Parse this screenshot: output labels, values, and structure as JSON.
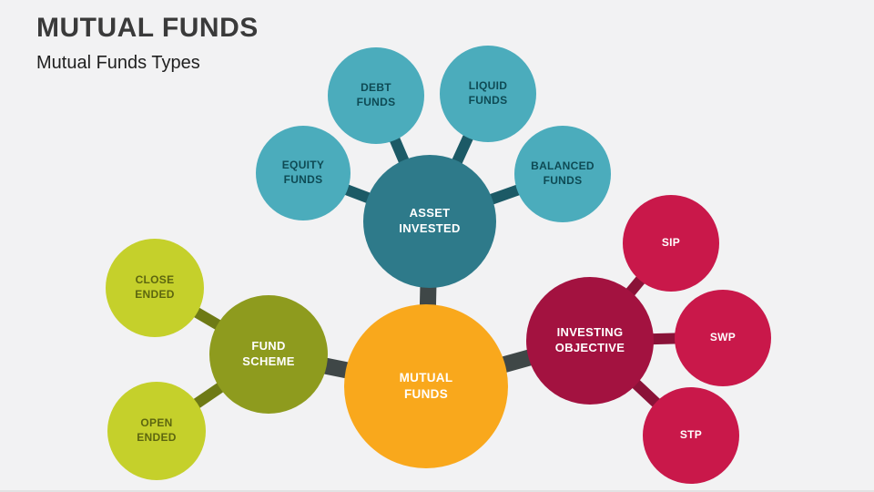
{
  "slide": {
    "title": "MUTUAL FUNDS",
    "subtitle": "Mutual Funds Types"
  },
  "diagram": {
    "center": {
      "label": "MUTUAL FUNDS",
      "color": "#f9a81c",
      "text_color": "#ffffff"
    },
    "branches": [
      {
        "label": "ASSET INVESTED",
        "color": "#2e7a8a",
        "child_color": "#4bacbc",
        "child_text_color": "#0e4a54",
        "connector_color": "#1c5a66",
        "children": [
          {
            "label": "EQUITY FUNDS"
          },
          {
            "label": "DEBT FUNDS"
          },
          {
            "label": "LIQUID FUNDS"
          },
          {
            "label": "BALANCED FUNDS"
          }
        ]
      },
      {
        "label": "FUND SCHEME",
        "color": "#8e9b1e",
        "child_color": "#c5d02b",
        "child_text_color": "#5d660f",
        "connector_color": "#6e7a15",
        "children": [
          {
            "label": "CLOSE ENDED"
          },
          {
            "label": "OPEN ENDED"
          }
        ]
      },
      {
        "label": "INVESTING OBJECTIVE",
        "color": "#a31240",
        "child_color": "#c9184a",
        "child_text_color": "#ffffff",
        "connector_color": "#8a1238",
        "children": [
          {
            "label": "SIP"
          },
          {
            "label": "SWP"
          },
          {
            "label": "STP"
          }
        ]
      }
    ],
    "center_connector_color": "#3f4747",
    "background_color": "#f2f2f3",
    "title_color": "#3a3a3a"
  }
}
